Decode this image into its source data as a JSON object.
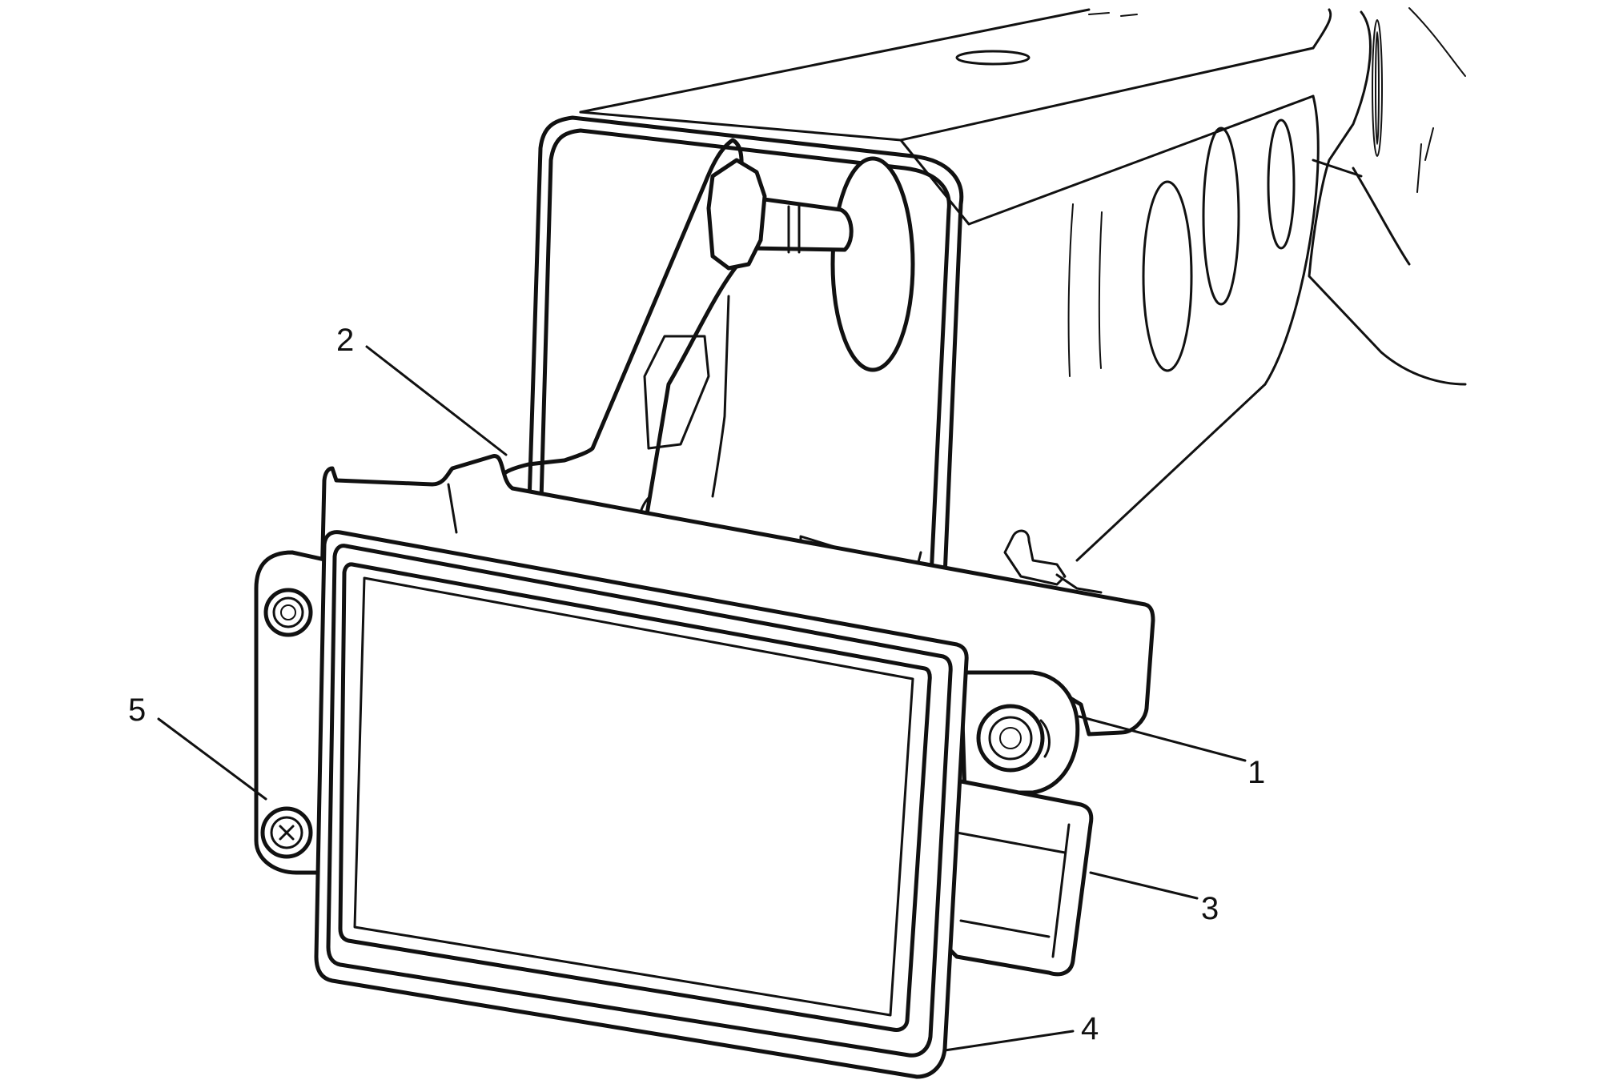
{
  "callouts": [
    {
      "id": "1",
      "label": "1"
    },
    {
      "id": "2",
      "label": "2"
    },
    {
      "id": "3",
      "label": "3"
    },
    {
      "id": "4",
      "label": "4"
    },
    {
      "id": "5",
      "label": "5"
    }
  ],
  "colors": {
    "ink": "#111111",
    "paper": "#ffffff"
  }
}
